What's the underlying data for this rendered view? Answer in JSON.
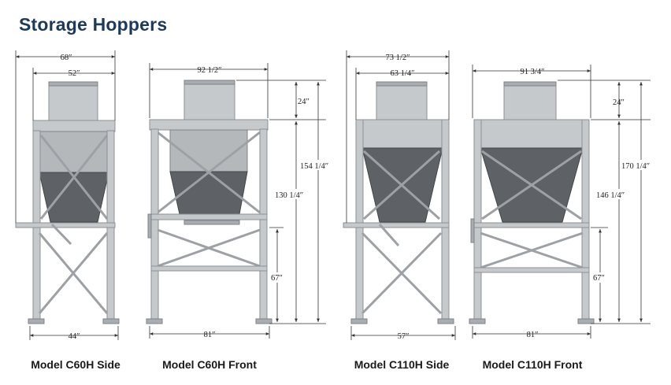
{
  "title": "Storage Hoppers",
  "colors": {
    "title": "#1c3a5e",
    "frame": "#c6c9cc",
    "hopper_dark": "#5e6165"
  },
  "models": [
    {
      "caption": "Model C60H Side",
      "dims": {
        "top_outer": "68″",
        "top_inner": "52″",
        "base": "44″"
      }
    },
    {
      "caption": "Model C60H Front",
      "dims": {
        "top": "92 1/2″",
        "upper": "24″",
        "total": "154 1/4″",
        "middle": "130 1/4″",
        "leg": "67″",
        "base": "81″"
      }
    },
    {
      "caption": "Model C110H Side",
      "dims": {
        "top_outer": "73 1/2″",
        "top_inner": "63 1/4″",
        "base": "57″"
      }
    },
    {
      "caption": "Model C110H Front",
      "dims": {
        "top": "91 3/4″",
        "upper": "24″",
        "total": "170 1/4″",
        "middle": "146 1/4″",
        "leg": "67″",
        "base": "81″"
      }
    }
  ]
}
